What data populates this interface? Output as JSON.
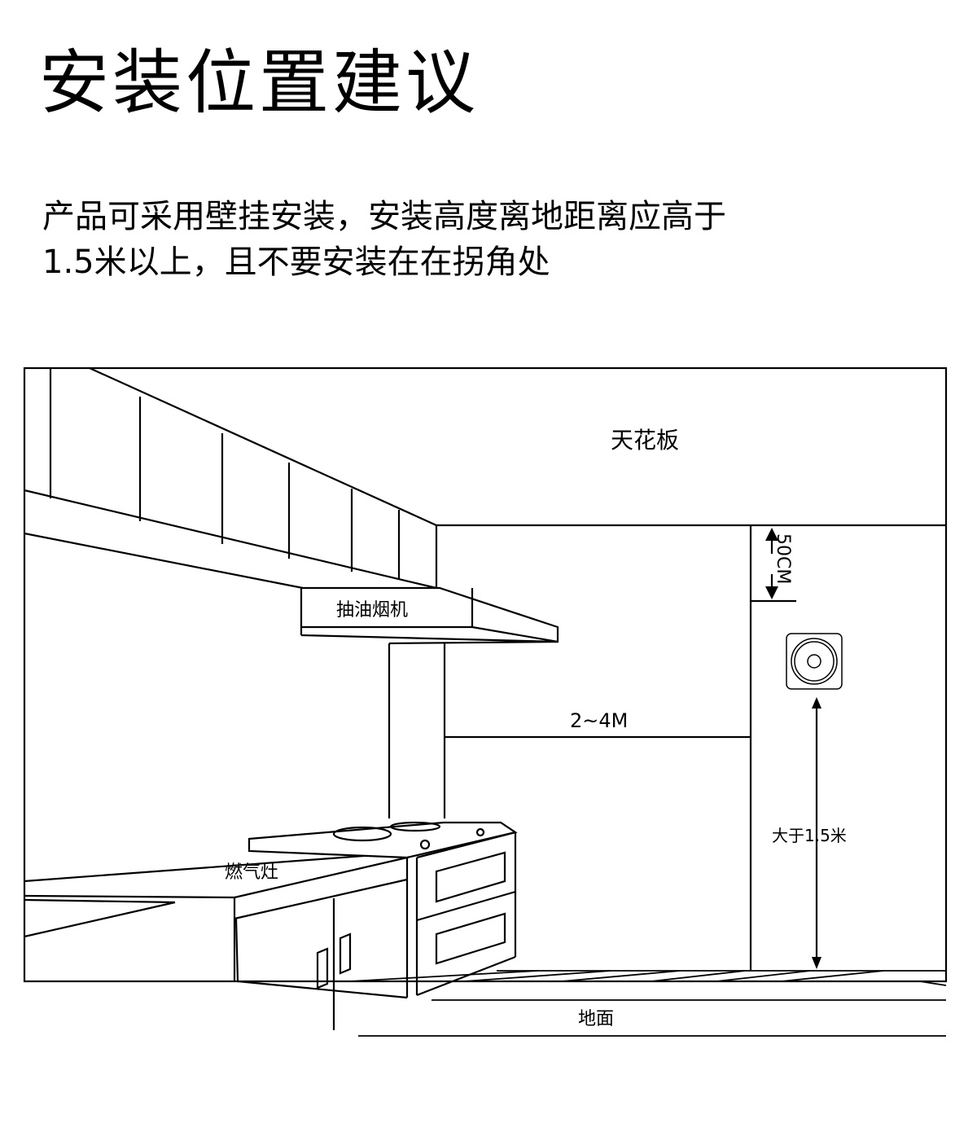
{
  "title": "安装位置建议",
  "description": {
    "line1": "产品可采用壁挂安装，安装高度离地距离应高于",
    "line2": "1.5米以上，且不要安装在在拐角处"
  },
  "diagram": {
    "ceiling": "天花板",
    "hood": "抽油烟机",
    "room_height": "2~4M",
    "ceiling_gap": "50CM",
    "stove": "燃气灶",
    "mount_height": "大于1.5米",
    "floor": "地面"
  }
}
